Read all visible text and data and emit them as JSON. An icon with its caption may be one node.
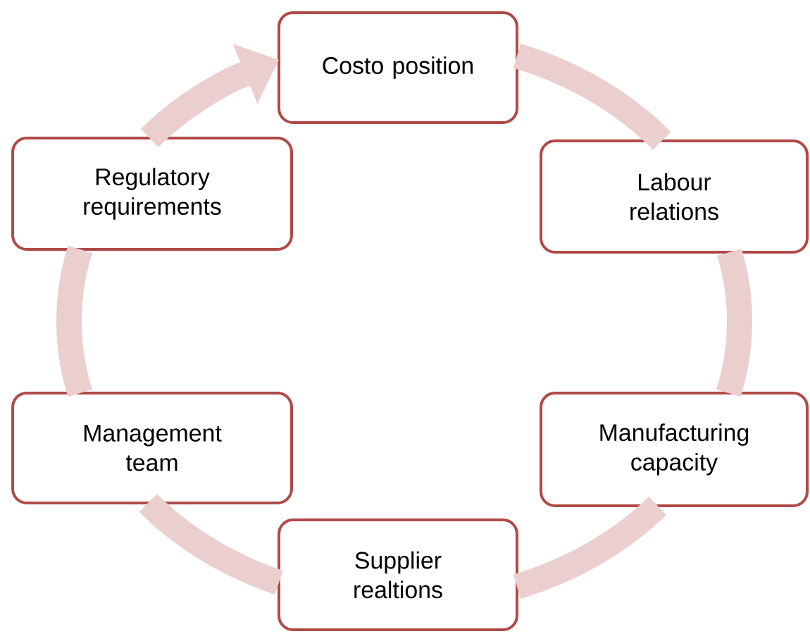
{
  "diagram": {
    "nodes": [
      {
        "text": [
          "Costo position"
        ]
      },
      {
        "text": [
          "Regulatory requirements"
        ]
      },
      {
        "text": [
          "Labour relations"
        ]
      },
      {
        "text": [
          "Management team"
        ]
      },
      {
        "text": [
          "Manufacturing capacity"
        ]
      },
      {
        "text": [
          "Supplier realtions"
        ]
      }
    ],
    "edges": [
      {
        "from": 0,
        "to": 2,
        "arrow": "none"
      },
      {
        "from": 2,
        "to": 4,
        "arrow": "none"
      },
      {
        "from": 4,
        "to": 5,
        "arrow": "none"
      },
      {
        "from": 5,
        "to": 3,
        "arrow": "none"
      },
      {
        "from": 3,
        "to": 1,
        "arrow": "none"
      },
      {
        "from": 1,
        "to": 0,
        "arrow": "to"
      }
    ]
  }
}
